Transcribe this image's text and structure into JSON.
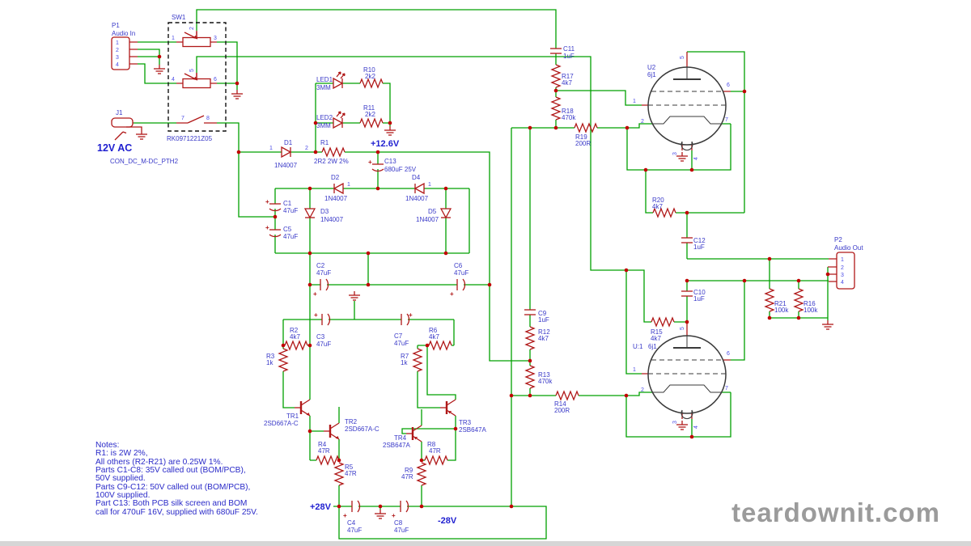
{
  "watermark": {
    "text": "teardownit.com"
  },
  "colors": {
    "wire": "#00A000",
    "symbol": "#B01818",
    "label": "#3939C8",
    "net": "#1F1FD0",
    "junction": "#C00000",
    "tube": "#3A3A3A",
    "watermark": "#9B9B9B"
  },
  "nets": {
    "v126": "+12.6V",
    "v12ac": "12V AC",
    "p28": "+28V",
    "n28": "-28V"
  },
  "pin_labels": {
    "n1": "1",
    "n2": "2",
    "n3": "3",
    "n4": "4",
    "n5": "5",
    "n6": "6",
    "n7": "7",
    "n8": "8"
  },
  "components": {
    "P1": {
      "ref": "P1",
      "value": "Audio In"
    },
    "P2": {
      "ref": "P2",
      "value": "Audio Out"
    },
    "SW1": {
      "ref": "SW1",
      "value": "RK0971221Z05"
    },
    "J1": {
      "ref": "J1",
      "value": "CON_DC_M-DC_PTH2"
    },
    "D1": {
      "ref": "D1",
      "value": "1N4007"
    },
    "D2": {
      "ref": "D2",
      "value": "1N4007"
    },
    "D3": {
      "ref": "D3",
      "value": "1N4007"
    },
    "D4": {
      "ref": "D4",
      "value": "1N4007"
    },
    "D5": {
      "ref": "D5",
      "value": "1N4007"
    },
    "R1": {
      "ref": "R1",
      "value": "2R2 2W 2%"
    },
    "R2": {
      "ref": "R2",
      "value": "4k7"
    },
    "R3": {
      "ref": "R3",
      "value": "1k"
    },
    "R4": {
      "ref": "R4",
      "value": "47R"
    },
    "R5": {
      "ref": "R5",
      "value": "47R"
    },
    "R6": {
      "ref": "R6",
      "value": "4k7"
    },
    "R7": {
      "ref": "R7",
      "value": "1k"
    },
    "R8": {
      "ref": "R8",
      "value": "47R"
    },
    "R9": {
      "ref": "R9",
      "value": "47R"
    },
    "R10": {
      "ref": "R10",
      "value": "2k2"
    },
    "R11": {
      "ref": "R11",
      "value": "2k2"
    },
    "R12": {
      "ref": "R12",
      "value": "4k7"
    },
    "R13": {
      "ref": "R13",
      "value": "470k"
    },
    "R14": {
      "ref": "R14",
      "value": "200R"
    },
    "R15": {
      "ref": "R15",
      "value": "4k7"
    },
    "R16": {
      "ref": "R16",
      "value": "100k"
    },
    "R17": {
      "ref": "R17",
      "value": "4k7"
    },
    "R18": {
      "ref": "R18",
      "value": "470k"
    },
    "R19": {
      "ref": "R19",
      "value": "200R"
    },
    "R20": {
      "ref": "R20",
      "value": "4k7"
    },
    "R21": {
      "ref": "R21",
      "value": "100k"
    },
    "LED1": {
      "ref": "LED1",
      "value": "3MM"
    },
    "LED2": {
      "ref": "LED2",
      "value": "3MM"
    },
    "C1": {
      "ref": "C1",
      "value": "47uF"
    },
    "C2": {
      "ref": "C2",
      "value": "47uF"
    },
    "C3": {
      "ref": "C3",
      "value": "47uF"
    },
    "C4": {
      "ref": "C4",
      "value": "47uF"
    },
    "C5": {
      "ref": "C5",
      "value": "47uF"
    },
    "C6": {
      "ref": "C6",
      "value": "47uF"
    },
    "C7": {
      "ref": "C7",
      "value": "47uF"
    },
    "C8": {
      "ref": "C8",
      "value": "47uF"
    },
    "C9": {
      "ref": "C9",
      "value": "1uF"
    },
    "C10": {
      "ref": "C10",
      "value": "1uF"
    },
    "C11": {
      "ref": "C11",
      "value": "1uF"
    },
    "C12": {
      "ref": "C12",
      "value": "1uF"
    },
    "C13": {
      "ref": "C13",
      "value": "680uF 25V"
    },
    "TR1": {
      "ref": "TR1",
      "value": "2SD667A-C"
    },
    "TR2": {
      "ref": "TR2",
      "value": "2SD667A-C"
    },
    "TR3": {
      "ref": "TR3",
      "value": "2SB647A"
    },
    "TR4": {
      "ref": "TR4",
      "value": "2SB647A"
    },
    "U2": {
      "ref": "U2",
      "value": "6j1"
    },
    "U1": {
      "ref": "U:1",
      "value": "6j1"
    }
  },
  "notes": {
    "lines": [
      "Notes:",
      "R1: is 2W 2%,",
      "All others (R2-R21) are 0.25W 1%.",
      "Parts C1-C8: 35V called out (BOM/PCB),",
      "50V supplied.",
      "Parts C9-C12: 50V called out (BOM/PCB),",
      "100V supplied.",
      "Part C13: Both PCB silk screen and BOM",
      "call for 470uF 16V, supplied with 680uF 25V."
    ]
  }
}
